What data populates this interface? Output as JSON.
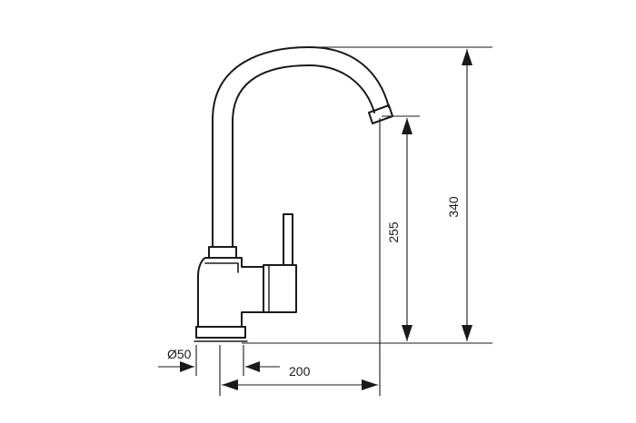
{
  "dimensions": {
    "base_diameter": "Ø50",
    "reach": "200",
    "spout_height": "255",
    "total_height": "340"
  }
}
